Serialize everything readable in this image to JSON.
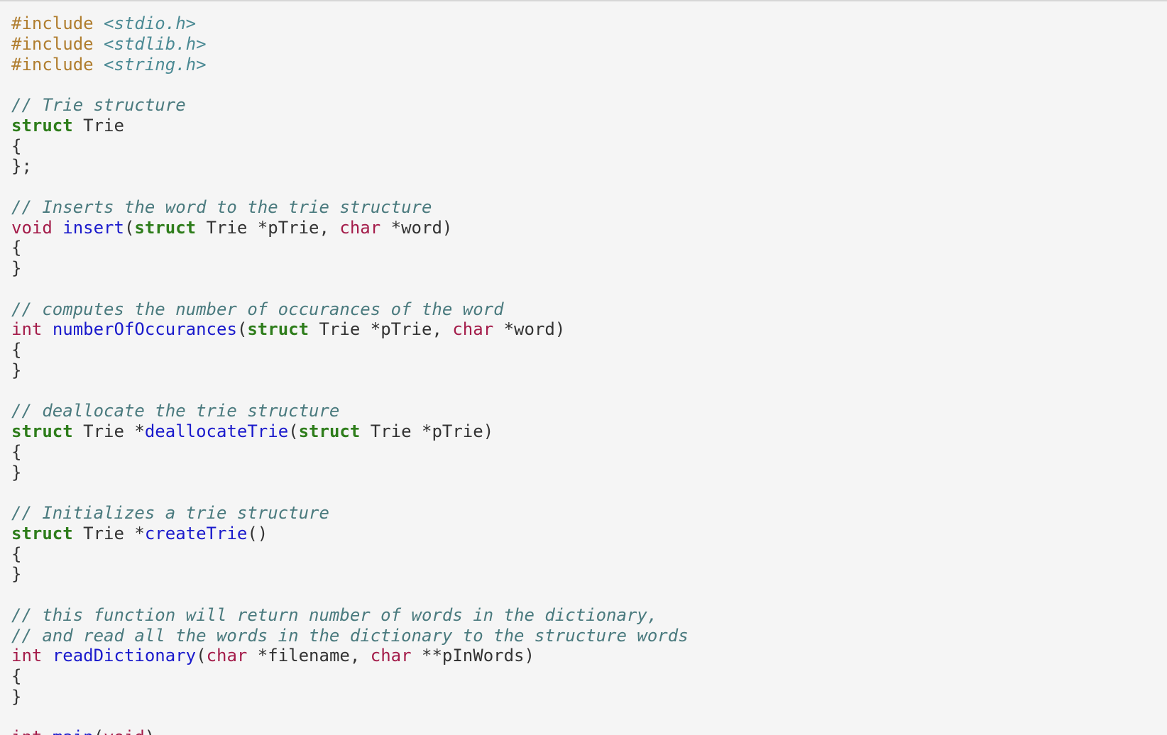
{
  "editor": {
    "lines": [
      [
        {
          "t": "meta",
          "v": "#include"
        },
        {
          "t": "plain",
          "v": " "
        },
        {
          "t": "string",
          "v": "<stdio.h>"
        }
      ],
      [
        {
          "t": "meta",
          "v": "#include"
        },
        {
          "t": "plain",
          "v": " "
        },
        {
          "t": "string",
          "v": "<stdlib.h>"
        }
      ],
      [
        {
          "t": "meta",
          "v": "#include"
        },
        {
          "t": "plain",
          "v": " "
        },
        {
          "t": "string",
          "v": "<string.h>"
        }
      ],
      [],
      [
        {
          "t": "comment",
          "v": "// Trie structure"
        }
      ],
      [
        {
          "t": "keyword",
          "v": "struct"
        },
        {
          "t": "plain",
          "v": " Trie"
        }
      ],
      [
        {
          "t": "plain",
          "v": "{"
        }
      ],
      [
        {
          "t": "plain",
          "v": "};"
        }
      ],
      [],
      [
        {
          "t": "comment",
          "v": "// Inserts the word to the trie structure"
        }
      ],
      [
        {
          "t": "type",
          "v": "void"
        },
        {
          "t": "plain",
          "v": " "
        },
        {
          "t": "def",
          "v": "insert"
        },
        {
          "t": "plain",
          "v": "("
        },
        {
          "t": "keyword",
          "v": "struct"
        },
        {
          "t": "plain",
          "v": " Trie *pTrie, "
        },
        {
          "t": "type",
          "v": "char"
        },
        {
          "t": "plain",
          "v": " *word)"
        }
      ],
      [
        {
          "t": "plain",
          "v": "{"
        }
      ],
      [
        {
          "t": "plain",
          "v": "}"
        }
      ],
      [],
      [
        {
          "t": "comment",
          "v": "// computes the number of occurances of the word"
        }
      ],
      [
        {
          "t": "type",
          "v": "int"
        },
        {
          "t": "plain",
          "v": " "
        },
        {
          "t": "def",
          "v": "numberOfOccurances"
        },
        {
          "t": "plain",
          "v": "("
        },
        {
          "t": "keyword",
          "v": "struct"
        },
        {
          "t": "plain",
          "v": " Trie *pTrie, "
        },
        {
          "t": "type",
          "v": "char"
        },
        {
          "t": "plain",
          "v": " *word)"
        }
      ],
      [
        {
          "t": "plain",
          "v": "{"
        }
      ],
      [
        {
          "t": "plain",
          "v": "}"
        }
      ],
      [],
      [
        {
          "t": "comment",
          "v": "// deallocate the trie structure"
        }
      ],
      [
        {
          "t": "keyword",
          "v": "struct"
        },
        {
          "t": "plain",
          "v": " Trie *"
        },
        {
          "t": "def",
          "v": "deallocateTrie"
        },
        {
          "t": "plain",
          "v": "("
        },
        {
          "t": "keyword",
          "v": "struct"
        },
        {
          "t": "plain",
          "v": " Trie *pTrie)"
        }
      ],
      [
        {
          "t": "plain",
          "v": "{"
        }
      ],
      [
        {
          "t": "plain",
          "v": "}"
        }
      ],
      [],
      [
        {
          "t": "comment",
          "v": "// Initializes a trie structure"
        }
      ],
      [
        {
          "t": "keyword",
          "v": "struct"
        },
        {
          "t": "plain",
          "v": " Trie *"
        },
        {
          "t": "def",
          "v": "createTrie"
        },
        {
          "t": "plain",
          "v": "()"
        }
      ],
      [
        {
          "t": "plain",
          "v": "{"
        }
      ],
      [
        {
          "t": "plain",
          "v": "}"
        }
      ],
      [],
      [
        {
          "t": "comment",
          "v": "// this function will return number of words in the dictionary,"
        }
      ],
      [
        {
          "t": "comment",
          "v": "// and read all the words in the dictionary to the structure words"
        }
      ],
      [
        {
          "t": "type",
          "v": "int"
        },
        {
          "t": "plain",
          "v": " "
        },
        {
          "t": "def",
          "v": "readDictionary"
        },
        {
          "t": "plain",
          "v": "("
        },
        {
          "t": "type",
          "v": "char"
        },
        {
          "t": "plain",
          "v": " *filename, "
        },
        {
          "t": "type",
          "v": "char"
        },
        {
          "t": "plain",
          "v": " **pInWords)"
        }
      ],
      [
        {
          "t": "plain",
          "v": "{"
        }
      ],
      [
        {
          "t": "plain",
          "v": "}"
        }
      ],
      [],
      [
        {
          "t": "type",
          "v": "int"
        },
        {
          "t": "plain",
          "v": " "
        },
        {
          "t": "def",
          "v": "main"
        },
        {
          "t": "plain",
          "v": "("
        },
        {
          "t": "type",
          "v": "void"
        },
        {
          "t": "plain",
          "v": ")"
        }
      ]
    ]
  }
}
